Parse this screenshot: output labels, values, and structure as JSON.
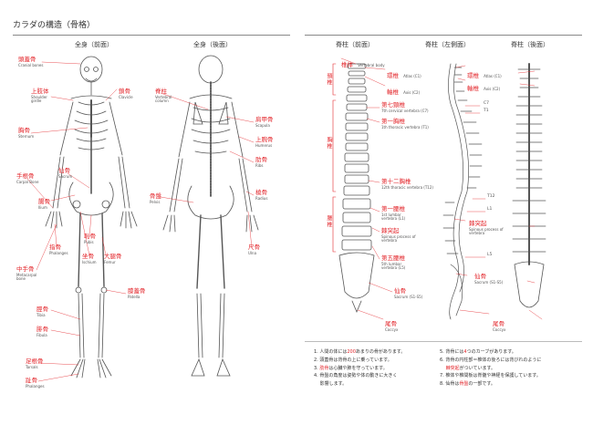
{
  "page_title": "カラダの構造（骨格）",
  "column_headers": [
    "全身（前面）",
    "全身（後面）",
    "脊柱（前面）",
    "脊柱（左側面）",
    "脊柱（後面）"
  ],
  "front_labels": [
    {
      "jp": "頭蓋骨",
      "en": "Cranial bones"
    },
    {
      "jp": "上肢体",
      "en": "Shoulder girdle"
    },
    {
      "jp": "鎖骨",
      "en": "Clavicle"
    },
    {
      "jp": "胸骨",
      "en": "Sternum"
    },
    {
      "jp": "手根骨",
      "en": "Carpal Bone"
    },
    {
      "jp": "仙骨",
      "en": "Sacrum"
    },
    {
      "jp": "腸骨",
      "en": "Ilium"
    },
    {
      "jp": "恥骨",
      "en": "Pubis"
    },
    {
      "jp": "指骨",
      "en": "Phalanges"
    },
    {
      "jp": "坐骨",
      "en": "Ischium"
    },
    {
      "jp": "大腿骨",
      "en": "Femur"
    },
    {
      "jp": "中手骨",
      "en": "Metacarpal bone"
    },
    {
      "jp": "膝蓋骨",
      "en": "Patella"
    },
    {
      "jp": "脛骨",
      "en": "Tibia"
    },
    {
      "jp": "腓骨",
      "en": "Fibula"
    },
    {
      "jp": "足根骨",
      "en": "Tarsals"
    },
    {
      "jp": "趾骨",
      "en": "Phalanges"
    }
  ],
  "back_labels": [
    {
      "jp": "脊柱",
      "en": "Vertebral column"
    },
    {
      "jp": "肩甲骨",
      "en": "Scapula"
    },
    {
      "jp": "上腕骨",
      "en": "Humerus"
    },
    {
      "jp": "肋骨",
      "en": "Ribs"
    },
    {
      "jp": "骨盤",
      "en": "Pelvis"
    },
    {
      "jp": "橈骨",
      "en": "Radius"
    },
    {
      "jp": "尺骨",
      "en": "Ulna"
    }
  ],
  "spine_front_labels": [
    {
      "jp": "椎体",
      "en": "Vertebral body"
    },
    {
      "jp": "環椎",
      "en": "Atlas (C1)"
    },
    {
      "jp": "軸椎",
      "en": "Axis (C2)"
    },
    {
      "jp": "第七頸椎",
      "en": "7th cervical vertebra (C7)"
    },
    {
      "jp": "第一胸椎",
      "en": "1th thoracic vertebra (T1)"
    },
    {
      "jp": "第十二胸椎",
      "en": "12th thoracic vertebra (T12)"
    },
    {
      "jp": "第一腰椎",
      "en": "1st lumbar vertebra (L1)"
    },
    {
      "jp": "棘突起",
      "en": "Spinous process of vertebra"
    },
    {
      "jp": "第五腰椎",
      "en": "5th lumbar vertebra (L5)"
    },
    {
      "jp": "仙骨",
      "en": "Sacrum (S1-S5)"
    },
    {
      "jp": "尾骨",
      "en": "Coccyx"
    }
  ],
  "spine_regions": [
    "頸椎",
    "胸椎",
    "腰椎"
  ],
  "spine_side_markers": [
    "C7",
    "T1",
    "T12",
    "L1",
    "L5"
  ],
  "spine_back_labels": [
    {
      "jp": "環椎",
      "en": "Atlas (C1)"
    },
    {
      "jp": "軸椎",
      "en": "Axis (C2)"
    },
    {
      "jp": "棘突起",
      "en": "Spinous process of vertebra"
    },
    {
      "jp": "仙骨",
      "en": "Sacrum (S1-S5)"
    },
    {
      "jp": "尾骨",
      "en": "Coccyx"
    }
  ],
  "notes": [
    {
      "pre": "1. 人間の体には",
      "hl": "200",
      "post": "あまりの骨があります。"
    },
    {
      "pre": "2. 頭蓋骨は背骨の上に乗っています。",
      "hl": "",
      "post": ""
    },
    {
      "pre": "3. ",
      "hl": "肋骨",
      "post": "は心臓や肺を守っています。"
    },
    {
      "pre": "4. 骨盤の角度は姿勢や体の動きに大きく",
      "hl": "",
      "post": ""
    },
    {
      "pre": "　 影響します。",
      "hl": "",
      "post": ""
    },
    {
      "pre": "5. 背骨には",
      "hl": "4",
      "post": "つのカーブがあります。"
    },
    {
      "pre": "6. 背骨の円柱部＝椎体の後ろには背びれのように",
      "hl": "",
      "post": ""
    },
    {
      "pre": "　 ",
      "hl": "棘突起",
      "post": "がついています。"
    },
    {
      "pre": "7. 椎体や椎間板は脊髄や神経を保護しています。",
      "hl": "",
      "post": ""
    },
    {
      "pre": "8. 仙骨は",
      "hl": "骨盤",
      "post": "の一部です。"
    }
  ],
  "colors": {
    "accent": "#e3262b",
    "line": "#555555"
  }
}
